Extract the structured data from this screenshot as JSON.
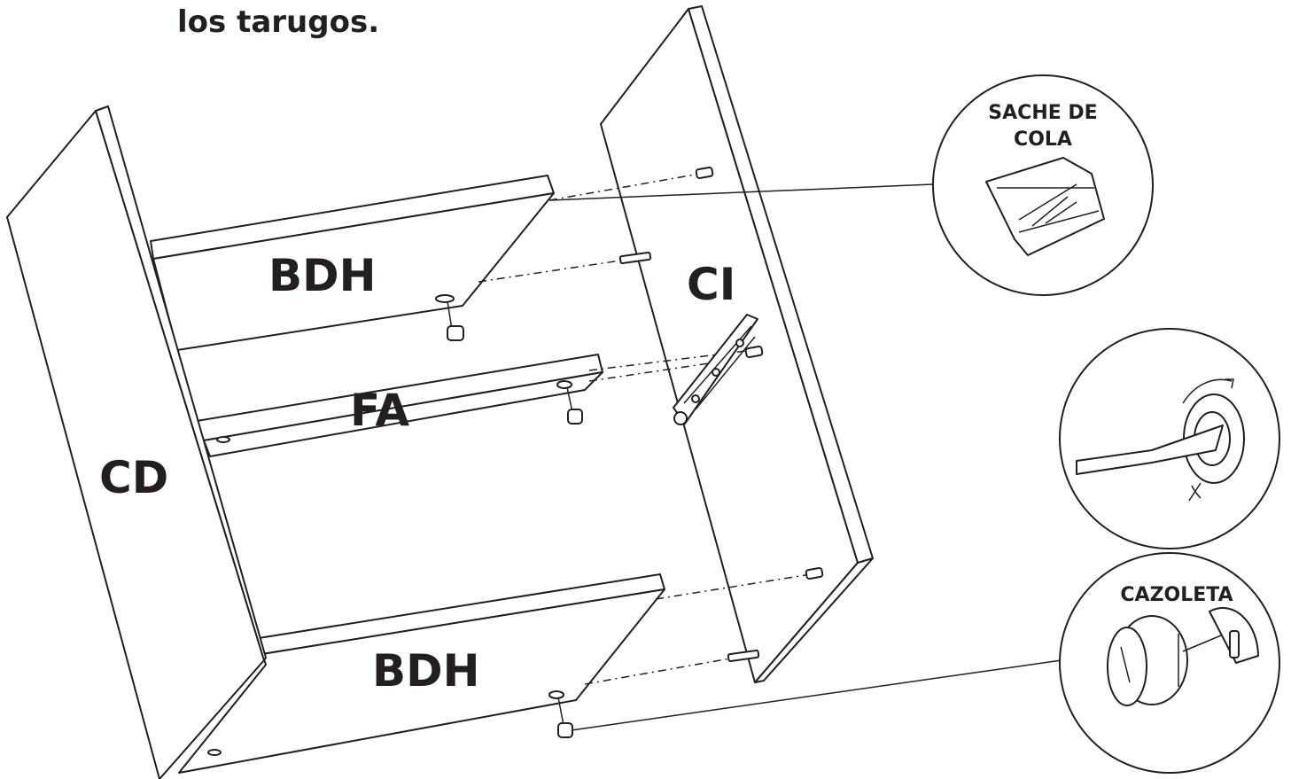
{
  "instruction": {
    "text": "los tarugos."
  },
  "panels": {
    "cd": "CD",
    "ci": "CI",
    "bdh_top": "BDH",
    "fa": "FA",
    "bdh_bottom": "BDH"
  },
  "callouts": {
    "glue": {
      "line1": "SACHE DE",
      "line2": "COLA"
    },
    "screwdriver": {},
    "cam": {
      "label": "CAZOLETA"
    }
  }
}
